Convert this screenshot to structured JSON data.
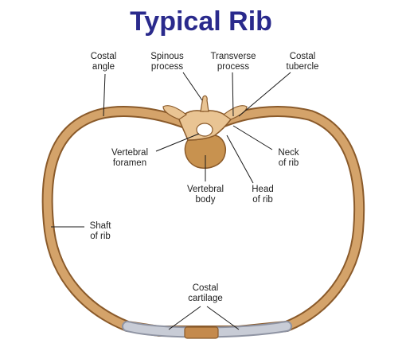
{
  "title": "Typical Rib",
  "colors": {
    "title": "#2a2a8c",
    "bone": "#d4a36a",
    "bone_dark": "#8a5a2a",
    "bone_light": "#e9c493",
    "cartilage": "#c8ccd6",
    "cartilage_edge": "#8f94a3",
    "leader": "#1a1a1a"
  },
  "labels": {
    "costal_angle": [
      "Costal",
      "angle"
    ],
    "spinous_process": [
      "Spinous",
      "process"
    ],
    "transverse_process": [
      "Transverse",
      "process"
    ],
    "costal_tubercle": [
      "Costal",
      "tubercle"
    ],
    "vertebral_foramen": [
      "Vertebral",
      "foramen"
    ],
    "neck_of_rib": [
      "Neck",
      "of rib"
    ],
    "vertebral_body": [
      "Vertebral",
      "body"
    ],
    "head_of_rib": [
      "Head",
      "of rib"
    ],
    "shaft_of_rib": [
      "Shaft",
      "of rib"
    ],
    "costal_cartilage": [
      "Costal",
      "cartilage"
    ]
  }
}
